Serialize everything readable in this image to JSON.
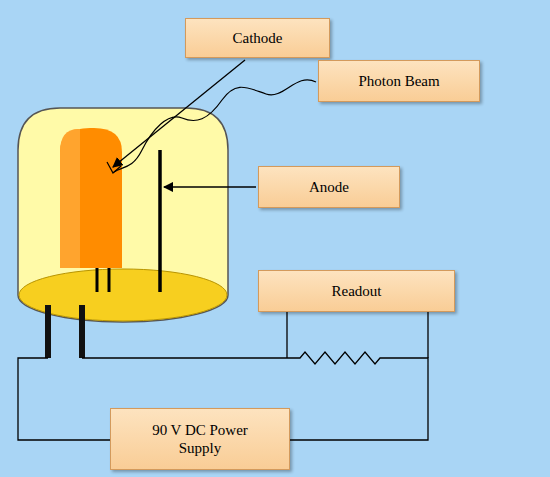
{
  "diagram": {
    "nodes": [
      {
        "text": [
          "Cathode"
        ]
      },
      {
        "text": [
          "Photon Beam"
        ]
      },
      {
        "text": [
          "Anode"
        ]
      },
      {
        "text": [
          "Readout"
        ]
      },
      {
        "text": [
          "90 V DC Power Supply"
        ]
      }
    ]
  }
}
